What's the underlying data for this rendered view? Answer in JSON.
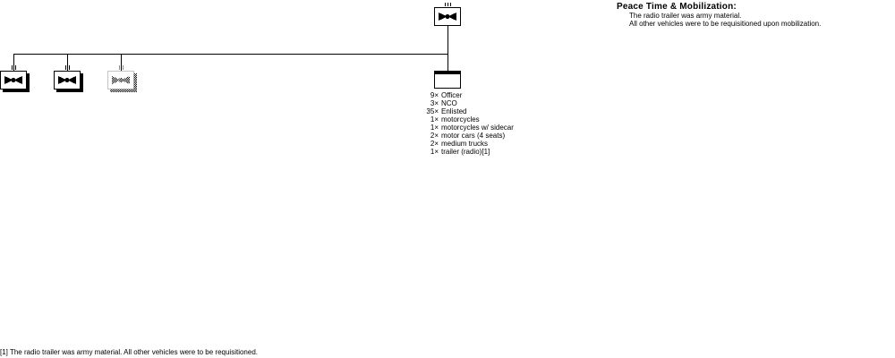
{
  "diagram": {
    "top_unit": {
      "echelon": "III",
      "type": "signal-unit",
      "state": "active"
    },
    "sub_units": [
      {
        "echelon": "II",
        "type": "signal-unit",
        "state": "active"
      },
      {
        "echelon": "II",
        "type": "signal-unit",
        "state": "active"
      },
      {
        "echelon": "II",
        "type": "signal-unit",
        "state": "inactive"
      },
      {
        "echelon": "",
        "type": "headquarters",
        "state": "active"
      }
    ],
    "hq_details": [
      {
        "qty": "9×",
        "item": "Officer"
      },
      {
        "qty": "3×",
        "item": "NCO"
      },
      {
        "qty": "35×",
        "item": "Enlisted"
      },
      {
        "qty": "1×",
        "item": "motorcycles"
      },
      {
        "qty": "1×",
        "item": "motorcycles w/ sidecar"
      },
      {
        "qty": "2×",
        "item": "motor cars (4 seats)"
      },
      {
        "qty": "2×",
        "item": "medium trucks"
      },
      {
        "qty": "1×",
        "item": "trailer (radio)[1]"
      }
    ]
  },
  "notes": {
    "title": "Peace Time & Mobilization:",
    "lines": [
      "The radio trailer was army material.",
      "All other vehicles were to be requisitioned upon mobilization."
    ]
  },
  "footnote": "[1] The radio trailer was army material. All other vehicles were to be requisitioned."
}
